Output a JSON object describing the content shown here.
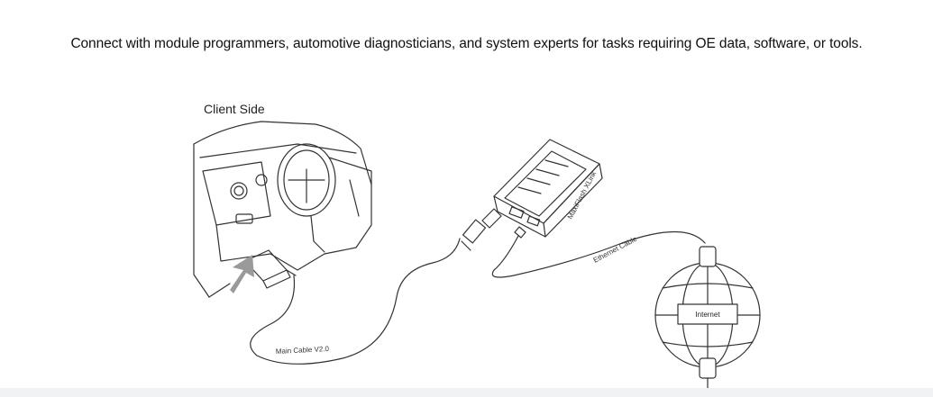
{
  "headline": "Connect with module programmers, automotive diagnosticians, and system experts for tasks requiring OE data, software, or tools.",
  "diagram": {
    "client_label": "Client Side",
    "device_label": "MaxiFlash XLink",
    "ethernet_label": "Ethernet Cable",
    "main_cable_label": "Main Cable V2.0",
    "internet_label": "Internet"
  },
  "colors": {
    "line": "#333333",
    "arrow": "#9a9a9a",
    "background": "#ffffff",
    "bottom_bar": "#f1f2f4"
  }
}
